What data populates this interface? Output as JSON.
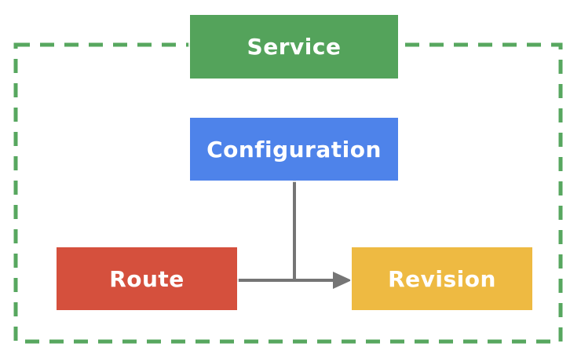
{
  "diagram": {
    "nodes": [
      {
        "id": "service",
        "label": "Service",
        "color": "#54a35b",
        "text_color": "#ffffff"
      },
      {
        "id": "configuration",
        "label": "Configuration",
        "color": "#4e83ea",
        "text_color": "#ffffff"
      },
      {
        "id": "route",
        "label": "Route",
        "color": "#d5503d",
        "text_color": "#ffffff"
      },
      {
        "id": "revision",
        "label": "Revision",
        "color": "#eeba42",
        "text_color": "#ffffff"
      }
    ],
    "edges": [
      {
        "id": "configuration-to-junction",
        "from": "configuration",
        "to": "route-revision-line",
        "style": "solid",
        "color": "#757575"
      },
      {
        "id": "route-to-revision",
        "from": "route",
        "to": "revision",
        "style": "solid-arrow",
        "color": "#757575"
      }
    ],
    "boundary": {
      "style": "dashed",
      "color": "#57a75f",
      "encloses": [
        "configuration",
        "route",
        "revision"
      ],
      "overlapped_by": "service"
    }
  }
}
